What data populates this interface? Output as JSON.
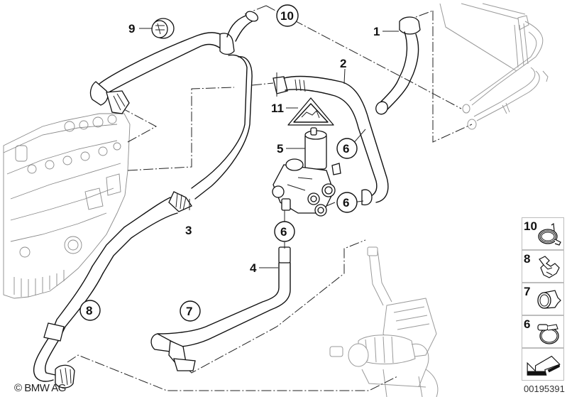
{
  "diagram": {
    "title": "Cooling water hoses / auxiliary water pump",
    "callouts": [
      {
        "id": "c1",
        "label": "1",
        "circled": false
      },
      {
        "id": "c2",
        "label": "2",
        "circled": false
      },
      {
        "id": "c3",
        "label": "3",
        "circled": false
      },
      {
        "id": "c4",
        "label": "4",
        "circled": false
      },
      {
        "id": "c5",
        "label": "5",
        "circled": false
      },
      {
        "id": "c6a",
        "label": "6",
        "circled": true
      },
      {
        "id": "c6b",
        "label": "6",
        "circled": true
      },
      {
        "id": "c6c",
        "label": "6",
        "circled": true
      },
      {
        "id": "c7",
        "label": "7",
        "circled": true
      },
      {
        "id": "c8",
        "label": "8",
        "circled": true
      },
      {
        "id": "c9",
        "label": "9",
        "circled": false
      },
      {
        "id": "c10",
        "label": "10",
        "circled": true
      },
      {
        "id": "c11",
        "label": "11",
        "circled": false
      }
    ],
    "parts": {
      "p1": "coolant hose (upper right)",
      "p2": "coolant hose to auxiliary pump",
      "p3": "coolant hose (return)",
      "p4": "coolant hose (pump outlet)",
      "p5": "auxiliary water pump with valve block",
      "p6": "hose clamp",
      "p7": "clamp",
      "p8": "spring clip",
      "p9": "hose cap",
      "p10": "spring band clamp",
      "p11": "warning label"
    }
  },
  "legend": {
    "items": [
      {
        "label": "10",
        "icon": "spring-band-clamp-icon"
      },
      {
        "label": "8",
        "icon": "spring-clip-icon"
      },
      {
        "label": "7",
        "icon": "clamp-icon"
      },
      {
        "label": "6",
        "icon": "hose-clamp-icon"
      },
      {
        "label": "",
        "icon": "direction-arrow-icon"
      }
    ]
  },
  "footer": {
    "copyright": "© BMW AG",
    "doc_number": "00195391"
  }
}
